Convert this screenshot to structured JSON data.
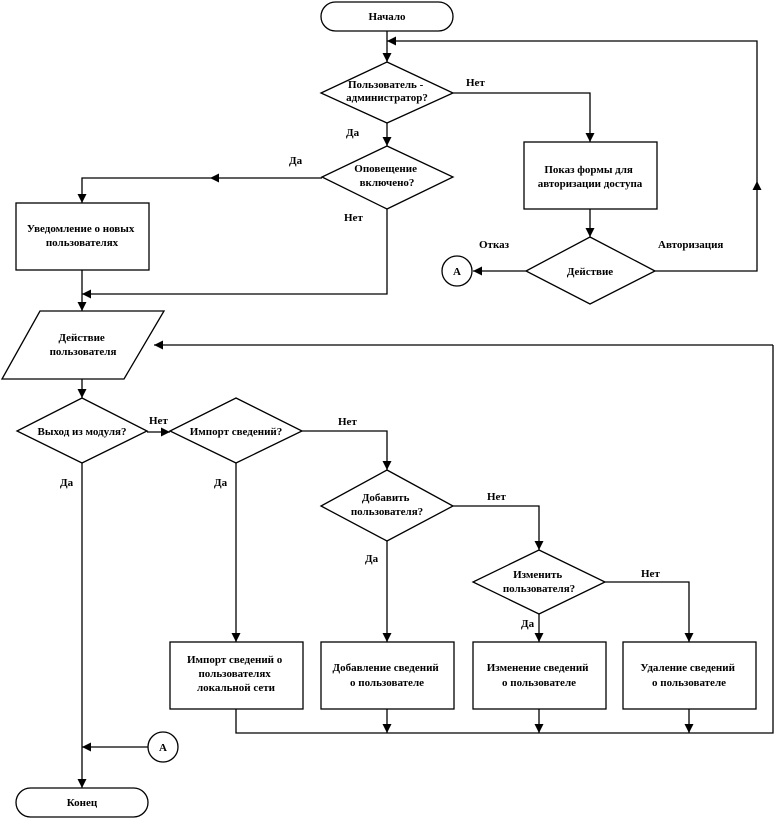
{
  "start": "Начало",
  "end": "Конец",
  "decisions": {
    "is_admin": [
      "Пользователь -",
      "администратор?"
    ],
    "notification": [
      "Оповещение",
      "включено?"
    ],
    "action": [
      "Действие"
    ],
    "exit": [
      "Выход из модуля?"
    ],
    "import": [
      "Импорт сведений?"
    ],
    "add": [
      "Добавить",
      "пользователя?"
    ],
    "change": [
      "Изменить",
      "пользователя?"
    ]
  },
  "processes": {
    "new_users": [
      "Уведомление о новых",
      "пользователях"
    ],
    "auth_form": [
      "Показ формы для",
      "авторизации доступа"
    ],
    "import_info": [
      "Импорт сведений о",
      "пользователях",
      "локальной сети"
    ],
    "add_info": [
      "Добавление сведений",
      "о пользователе"
    ],
    "change_info": [
      "Изменение сведений",
      "о пользователе"
    ],
    "delete_info": [
      "Удаление сведений",
      "о пользователе"
    ]
  },
  "io": {
    "user_action": [
      "Действие",
      "пользователя"
    ]
  },
  "connectors": {
    "a_out": "А",
    "a_in": "А"
  },
  "labels": {
    "admin_no": "Нет",
    "admin_yes": "Да",
    "notif_yes": "Да",
    "notif_no": "Нет",
    "refusal": "Отказ",
    "authorization": "Авторизация",
    "exit_no": "Нет",
    "exit_yes": "Да",
    "import_no": "Нет",
    "import_yes": "Да",
    "add_no": "Нет",
    "add_yes": "Да",
    "change_no": "Нет",
    "change_yes": "Да"
  }
}
